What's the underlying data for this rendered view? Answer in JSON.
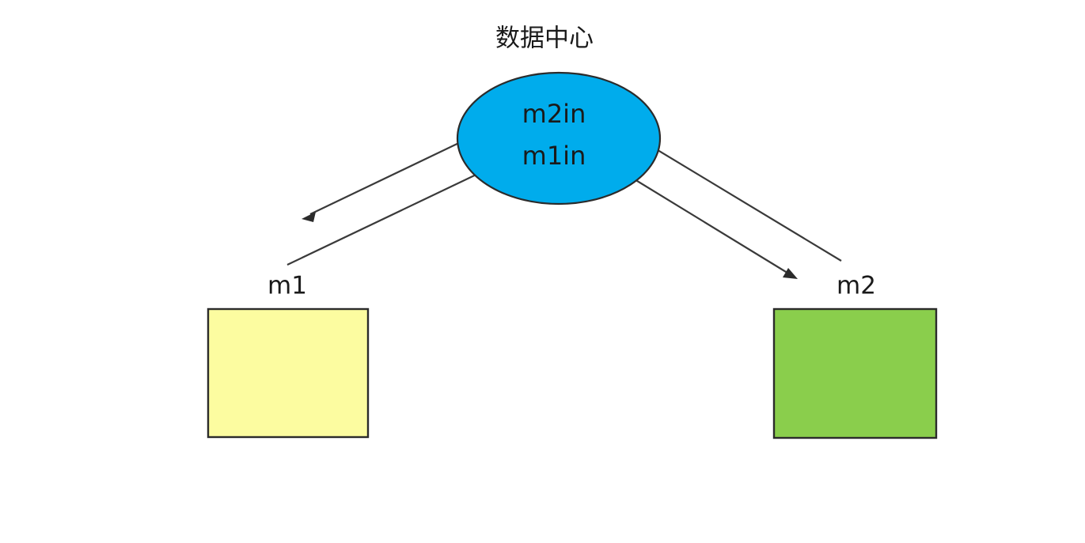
{
  "diagram": {
    "title": "数据中心",
    "background_color": "#ffffff",
    "nodes": {
      "datacenter": {
        "label": "数据中心",
        "shape": "ellipse",
        "fill_color": "#00ACEC",
        "border_color": "#2b2b2b",
        "ports": [
          {
            "id": "m2in",
            "label": "m2in"
          },
          {
            "id": "m1in",
            "label": "m1in"
          }
        ]
      },
      "m1": {
        "label": "m1",
        "shape": "rectangle",
        "fill_color": "#FCFCA0",
        "border_color": "#4a4a2a"
      },
      "m2": {
        "label": "m2",
        "shape": "rectangle",
        "fill_color": "#8ACE4C",
        "border_color": "#3d5a20"
      }
    },
    "edges": [
      {
        "id": "dc-to-m1",
        "from": "datacenter",
        "to": "m1",
        "direction": "out",
        "arrow": "down-left"
      },
      {
        "id": "m1-to-m1in",
        "from": "m1",
        "to": "m1in",
        "direction": "in",
        "arrow": "up-right"
      },
      {
        "id": "m2-to-m2in",
        "from": "m2",
        "to": "m2in",
        "direction": "in",
        "arrow": "up-left"
      },
      {
        "id": "dc-to-m2",
        "from": "datacenter",
        "to": "m2",
        "direction": "out",
        "arrow": "down-right"
      }
    ]
  }
}
